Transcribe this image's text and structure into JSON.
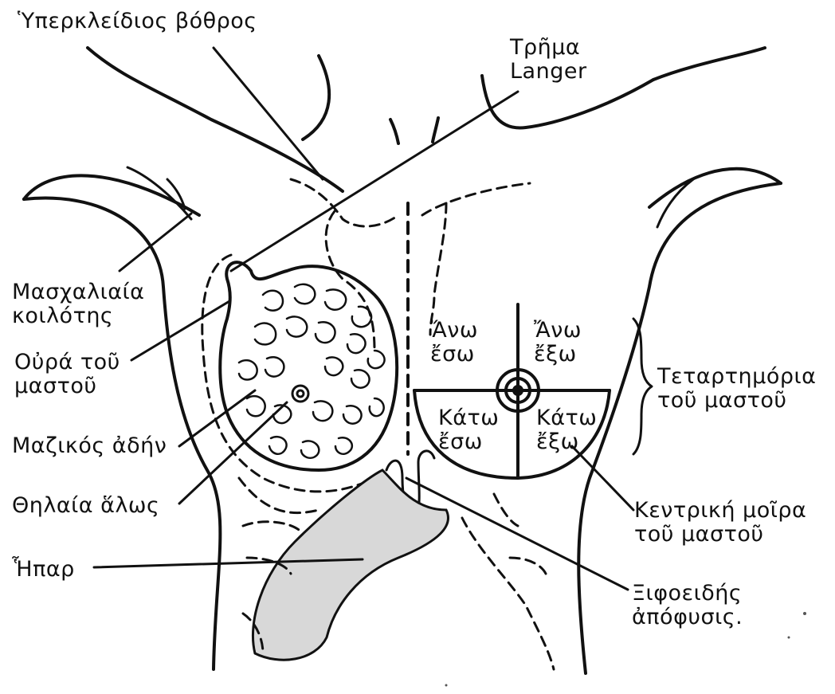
{
  "labels": {
    "supraclavicular": "Ὑπερκλείδιος βόθρος",
    "langer_1": "Τρῆμα",
    "langer_2": "Langer",
    "axilla_1": "Μασχαλιαία",
    "axilla_2": "κοιλότης",
    "tail_1": "Οὐρά τοῦ",
    "tail_2": "μαστοῦ",
    "gland": "Μαζικός ἀδήν",
    "areola": "Θηλαία ἅλως",
    "liver": "Ἧπαρ",
    "xiphoid_1": "Ξιφοειδής",
    "xiphoid_2": "ἀπόφυσις.",
    "central_1": "Κεντρική μοῖρα",
    "central_2": "τοῦ μαστοῦ",
    "quadrants_1": "Τεταρτημόρια",
    "quadrants_2": "τοῦ μαστοῦ",
    "q_upper_inner_1": "Ἄνω",
    "q_upper_inner_2": "ἔσω",
    "q_upper_outer_1": "Ἄνω",
    "q_upper_outer_2": "ἔξω",
    "q_lower_inner_1": "Κάτω",
    "q_lower_inner_2": "ἔσω",
    "q_lower_outer_1": "Κάτω",
    "q_lower_outer_2": "ἔξω"
  }
}
